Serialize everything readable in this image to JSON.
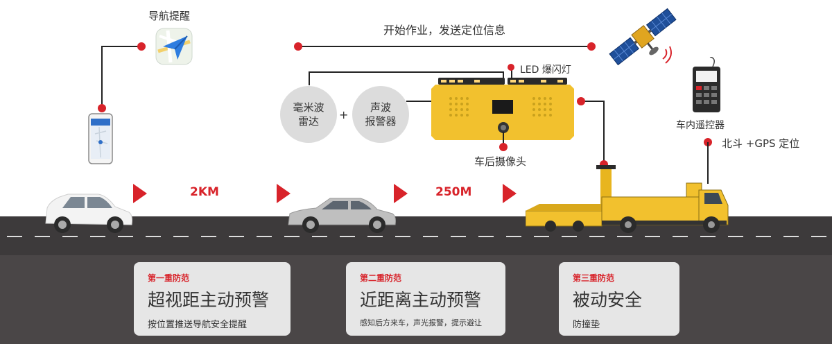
{
  "nav": {
    "label": "导航提醒"
  },
  "top": {
    "label": "开始作业，发送定位信息"
  },
  "led": {
    "label": "LED 爆闪灯"
  },
  "radar": {
    "label_line1": "毫米波",
    "label_line2": "雷达"
  },
  "plus": "+",
  "sonic": {
    "label_line1": "声波",
    "label_line2": "报警器"
  },
  "camera": {
    "label": "车后摄像头"
  },
  "remote": {
    "label": "车内遥控器"
  },
  "gps": {
    "label": "北斗 +GPS 定位"
  },
  "distances": [
    "2KM",
    "250M"
  ],
  "cards": [
    {
      "level": "第一重防范",
      "title": "超视距主动预警",
      "sub": "按位置推送导航安全提醒"
    },
    {
      "level": "第二重防范",
      "title": "近距离主动预警",
      "sub": "感知后方来车，声光报警，提示避让"
    },
    {
      "level": "第三重防范",
      "title": "被动安全",
      "sub": "防撞垫"
    }
  ],
  "colors": {
    "accent": "#d8232a",
    "trailer_yellow": "#f2c12e",
    "road": "#3d3a3b",
    "card_bg": "#e6e6e6"
  },
  "icons": [
    "map-navigation-icon",
    "smartphone-icon",
    "satellite-icon",
    "remote-control-icon",
    "white-car-icon",
    "silver-sedan-icon",
    "crash-truck-icon",
    "led-light-bar-icon",
    "camera-icon"
  ]
}
